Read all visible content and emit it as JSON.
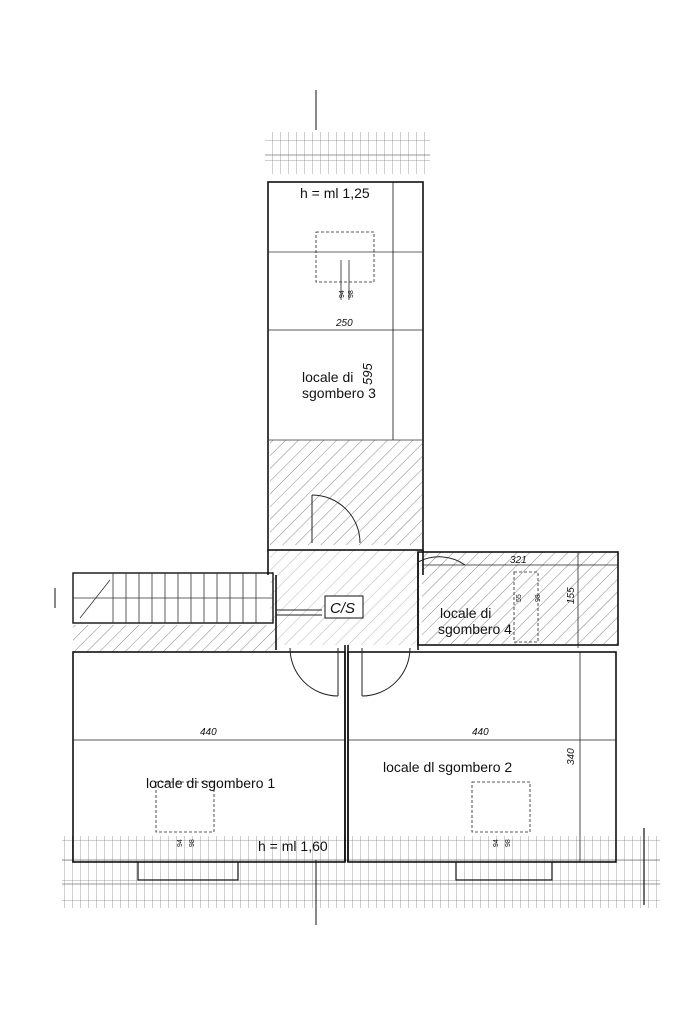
{
  "plan": {
    "height_top": "h = ml 1,25",
    "height_bottom": "h = ml 1,60",
    "rooms": [
      {
        "label_line1": "locale di",
        "label_line2": "sgombero 3"
      },
      {
        "label_line1": "locale di",
        "label_line2": "sgombero 4"
      },
      {
        "label": "locale di sgombero 1"
      },
      {
        "label": "locale dl sgombero 2"
      }
    ],
    "cs_label": "C/S",
    "dimensions": {
      "d250": "250",
      "d595": "595",
      "d321": "321",
      "d155": "155",
      "d440_left": "440",
      "d440_right": "440",
      "d340": "340"
    },
    "window_labels": {
      "a": "94",
      "b": "98",
      "c": "55"
    }
  }
}
